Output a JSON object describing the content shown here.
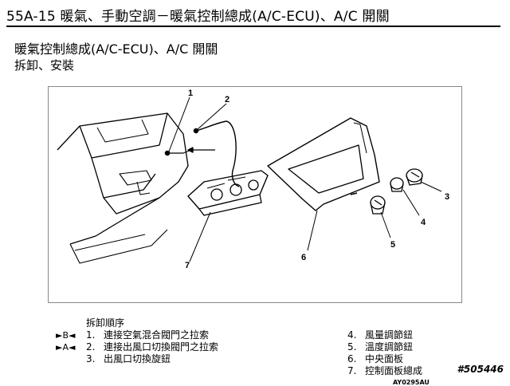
{
  "header": {
    "title": "55A-15 暖氣、手動空調－暖氣控制總成(A/C-ECU)、A/C 開關"
  },
  "section": {
    "title": "暖氣控制總成(A/C-ECU)、A/C 開關",
    "subtitle": "拆卸、安裝"
  },
  "diagram": {
    "code": "AY0295AU",
    "callouts": [
      "1",
      "2",
      "3",
      "4",
      "5",
      "6",
      "7"
    ]
  },
  "procedure": {
    "title": "拆卸順序",
    "left": [
      {
        "mark": "►B◄",
        "num": "1.",
        "text": "連接空氣混合閥門之拉索"
      },
      {
        "mark": "►A◄",
        "num": "2.",
        "text": "連接出風口切換閥門之拉索"
      },
      {
        "mark": "",
        "num": "3.",
        "text": "出風口切換旋鈕"
      }
    ],
    "right": [
      {
        "num": "4.",
        "text": "風量調節鈕"
      },
      {
        "num": "5.",
        "text": "溫度調節鈕"
      },
      {
        "num": "6.",
        "text": "中央面板"
      },
      {
        "num": "7.",
        "text": "控制面板總成"
      }
    ]
  },
  "watermark": "#505446"
}
